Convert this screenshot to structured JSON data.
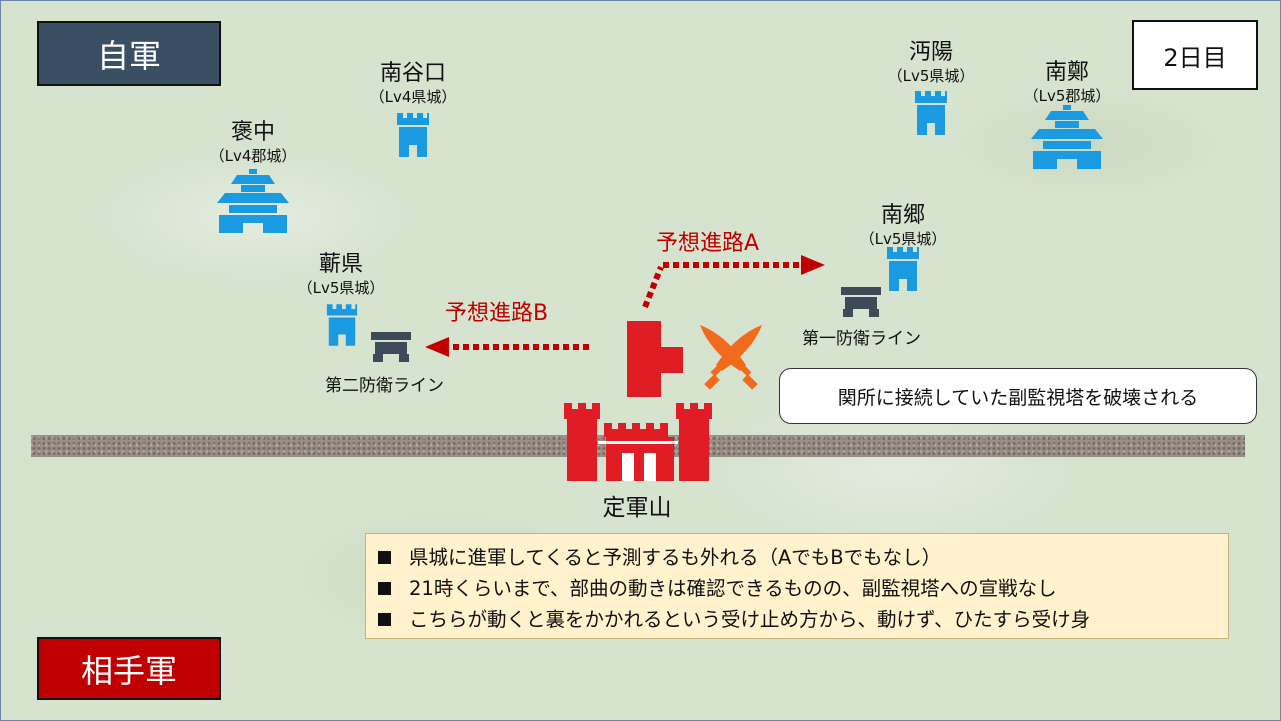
{
  "labels": {
    "own_army": "自軍",
    "enemy_army": "相手軍",
    "day": "2日目"
  },
  "cities": [
    {
      "name": "南谷口",
      "level": "（Lv4県城）"
    },
    {
      "name": "褒中",
      "level": "（Lv4郡城）"
    },
    {
      "name": "沔陽",
      "level": "（Lv5県城）"
    },
    {
      "name": "南鄭",
      "level": "（Lv5郡城）"
    },
    {
      "name": "南郷",
      "level": "（Lv5県城）"
    },
    {
      "name": "蘄県",
      "level": "（Lv5県城）"
    }
  ],
  "routes": {
    "a": "予想進路A",
    "b": "予想進路B"
  },
  "defense_lines": {
    "first": "第一防衛ライン",
    "second": "第二防衛ライン"
  },
  "castle": {
    "name": "定軍山"
  },
  "callout": "関所に接続していた副監視塔を破壊される",
  "notes": [
    "県城に進軍してくると予測するも外れる（AでもBでもなし）",
    "21時くらいまで、部曲の動きは確認できるものの、副監視塔への宣戦なし",
    "こちらが動くと裏をかかれるという受け止め方から、動けず、ひたすら受け身"
  ],
  "colors": {
    "own": "#3a4e64",
    "enemy": "#c00000",
    "city_icon": "#1a9ae0",
    "route": "#c00000",
    "tower": "#3d4a59",
    "swords": "#f26b1d"
  },
  "icons": {
    "prefecture_castle": "tower-icon",
    "commandery_castle": "palace-icon",
    "watchtower": "watchtower-icon",
    "clash": "crossed-swords-icon",
    "fortress": "fortress-icon"
  }
}
